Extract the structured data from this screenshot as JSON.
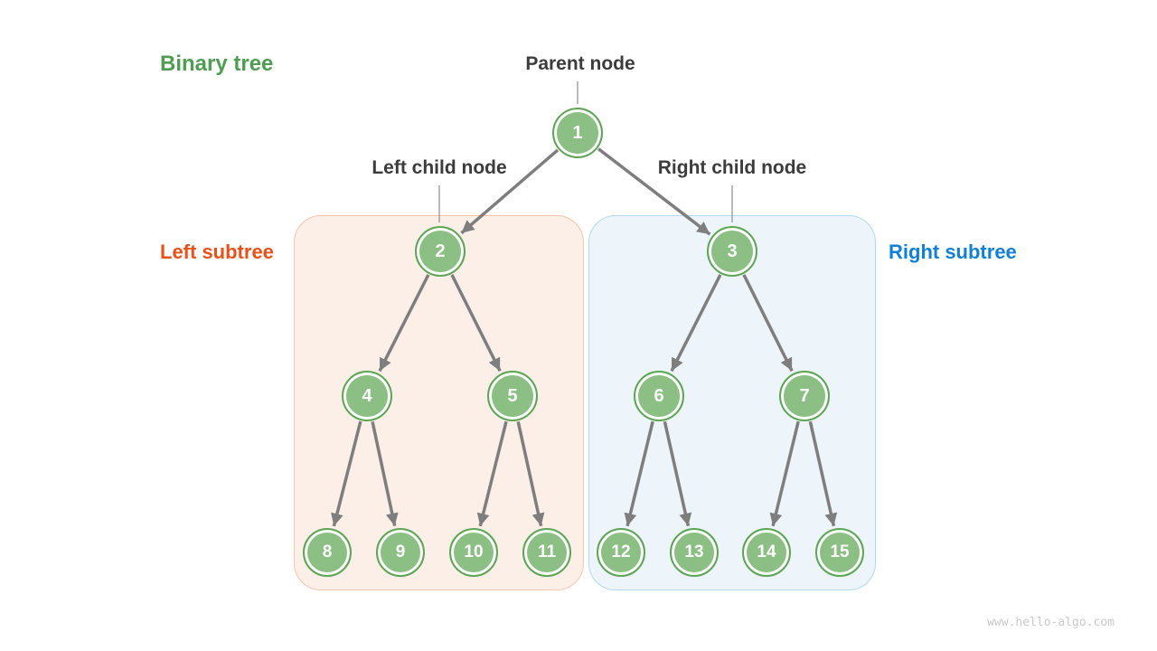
{
  "title": "Binary tree",
  "watermark": "www.hello-algo.com",
  "labels": {
    "parent": "Parent node",
    "left_child": "Left child node",
    "right_child": "Right child node",
    "left_subtree": "Left subtree",
    "right_subtree": "Right subtree"
  },
  "tree": {
    "node_values": [
      "1",
      "2",
      "3",
      "4",
      "5",
      "6",
      "7",
      "8",
      "9",
      "10",
      "11",
      "12",
      "13",
      "14",
      "15"
    ],
    "edges": [
      [
        1,
        2
      ],
      [
        1,
        3
      ],
      [
        2,
        4
      ],
      [
        2,
        5
      ],
      [
        3,
        6
      ],
      [
        3,
        7
      ],
      [
        4,
        8
      ],
      [
        4,
        9
      ],
      [
        5,
        10
      ],
      [
        5,
        11
      ],
      [
        6,
        12
      ],
      [
        6,
        13
      ],
      [
        7,
        14
      ],
      [
        7,
        15
      ]
    ]
  },
  "colors": {
    "title_green": "#4E9D52",
    "label_text": "#3C3C3C",
    "left_subtree_text": "#E8511A",
    "right_subtree_text": "#1180D4",
    "node_fill": "#8CBF84",
    "node_border": "#5EA556",
    "arrow": "#7E7E7E",
    "leader": "#9C9C9C",
    "left_box_fill": "#FCEFE8",
    "left_box_border": "#F6C6AC",
    "right_box_fill": "#EDF5FB",
    "right_box_border": "#B3D8F1",
    "watermark": "#C9C9C9"
  }
}
